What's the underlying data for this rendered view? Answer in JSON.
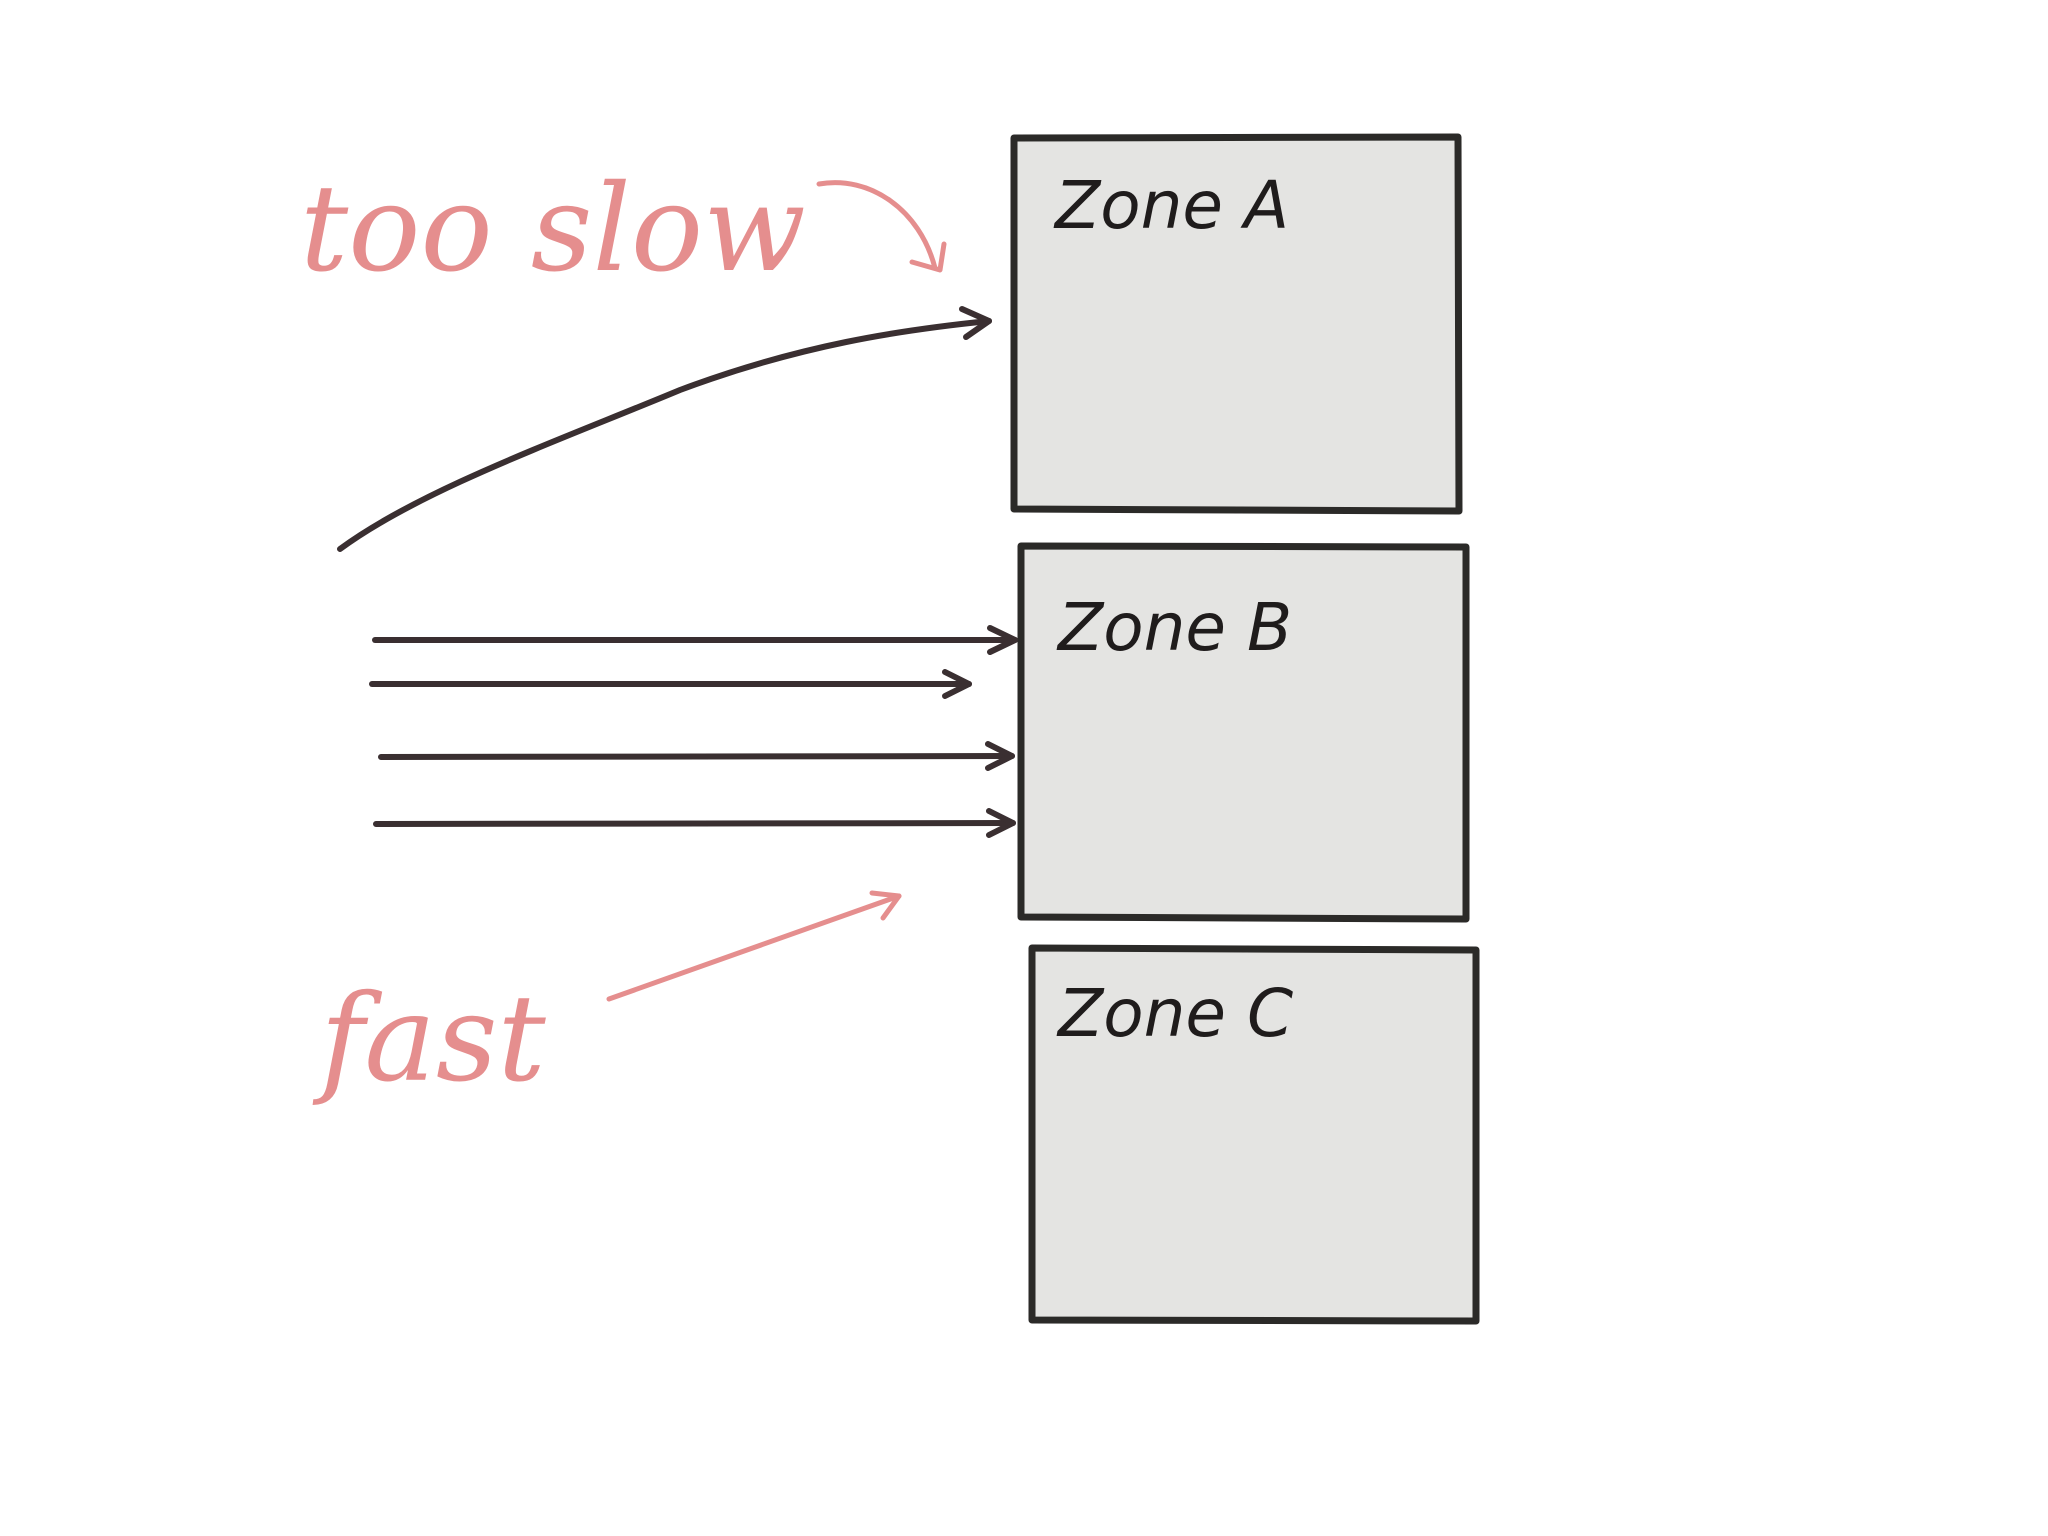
{
  "zones": [
    {
      "label": "Zone A"
    },
    {
      "label": "Zone B"
    },
    {
      "label": "Zone C"
    }
  ],
  "annotations": {
    "slow": "too slow",
    "fast": "fast"
  },
  "colors": {
    "ink": "#2b2a28",
    "annotation": "#e58e8e",
    "zone_fill": "#e4e4e2"
  }
}
